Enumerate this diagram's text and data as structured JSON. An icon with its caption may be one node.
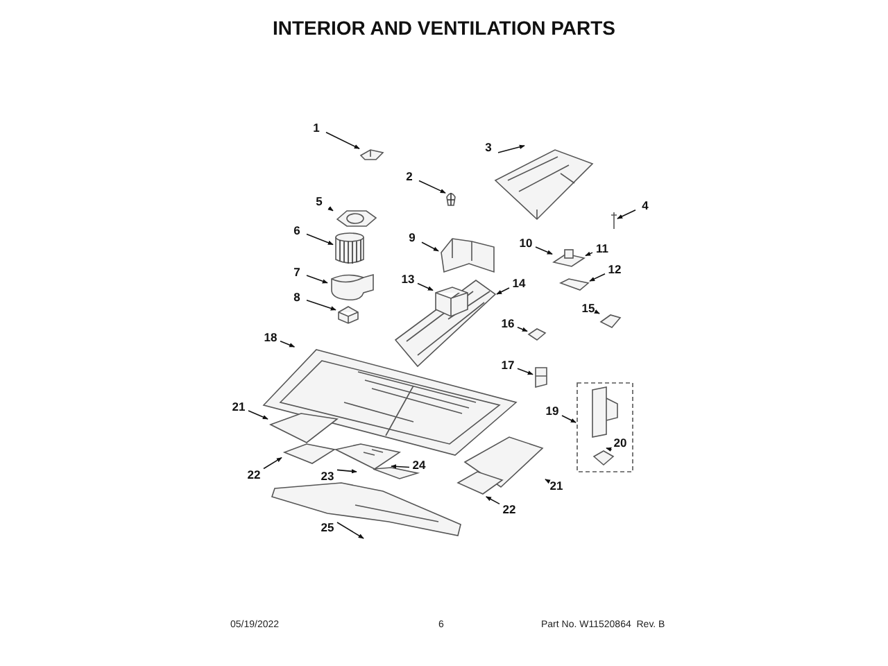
{
  "diagram": {
    "title": "INTERIOR AND VENTILATION PARTS",
    "nodes": [
      {
        "text": [
          "1"
        ]
      },
      {
        "text": [
          "2"
        ]
      },
      {
        "text": [
          "3"
        ]
      },
      {
        "text": [
          "4"
        ]
      },
      {
        "text": [
          "5"
        ]
      },
      {
        "text": [
          "6"
        ]
      },
      {
        "text": [
          "7"
        ]
      },
      {
        "text": [
          "8"
        ]
      },
      {
        "text": [
          "9"
        ]
      },
      {
        "text": [
          "10"
        ]
      },
      {
        "text": [
          "11"
        ]
      },
      {
        "text": [
          "12"
        ]
      },
      {
        "text": [
          "13"
        ]
      },
      {
        "text": [
          "14"
        ]
      },
      {
        "text": [
          "15"
        ]
      },
      {
        "text": [
          "16"
        ]
      },
      {
        "text": [
          "17"
        ]
      },
      {
        "text": [
          "18"
        ]
      },
      {
        "text": [
          "19"
        ]
      },
      {
        "text": [
          "20"
        ],
        "in": 44
      },
      {
        "text": [
          "21"
        ]
      },
      {
        "text": [
          "22"
        ]
      },
      {
        "text": [
          "23"
        ]
      },
      {
        "text": [
          "24"
        ]
      },
      {
        "text": [
          "25"
        ]
      },
      {
        "text": [
          "21"
        ]
      },
      {
        "text": [
          "22"
        ]
      },
      {
        "text": [],
        "shape": "picture"
      },
      {
        "text": [],
        "shape": "picture"
      },
      {
        "text": [],
        "shape": "picture"
      },
      {
        "text": [],
        "shape": "picture"
      },
      {
        "text": [],
        "shape": "picture"
      },
      {
        "text": [],
        "shape": "picture"
      },
      {
        "text": [],
        "shape": "picture"
      },
      {
        "text": [],
        "shape": "picture"
      },
      {
        "text": [],
        "shape": "picture"
      },
      {
        "text": [],
        "shape": "picture"
      },
      {
        "text": [],
        "shape": "picture"
      },
      {
        "text": [],
        "shape": "picture",
        "in": 39
      },
      {
        "text": [],
        "shape": "picture"
      },
      {
        "text": [],
        "shape": "picture"
      },
      {
        "text": [],
        "shape": "picture"
      },
      {
        "text": [],
        "shape": "picture"
      },
      {
        "text": [],
        "shape": "picture"
      },
      {
        "text": [],
        "shape": "picture"
      },
      {
        "text": [],
        "shape": "picture",
        "in": 44
      },
      {
        "text": [],
        "shape": "picture"
      },
      {
        "text": [],
        "shape": "picture"
      },
      {
        "text": [],
        "shape": "picture"
      },
      {
        "text": [],
        "shape": "picture"
      },
      {
        "text": [],
        "shape": "picture"
      },
      {
        "text": [],
        "shape": "picture"
      },
      {
        "text": [],
        "shape": "picture"
      }
    ],
    "edges": [
      {
        "from": 0,
        "to": 27,
        "arrow": "to"
      },
      {
        "from": 1,
        "to": 28,
        "arrow": "to"
      },
      {
        "from": 2,
        "to": 29,
        "arrow": "to"
      },
      {
        "from": 3,
        "to": 30,
        "arrow": "to"
      },
      {
        "from": 4,
        "to": 31,
        "arrow": "to"
      },
      {
        "from": 5,
        "to": 32,
        "arrow": "to"
      },
      {
        "from": 6,
        "to": 33,
        "arrow": "to"
      },
      {
        "from": 7,
        "to": 34,
        "arrow": "to"
      },
      {
        "from": 8,
        "to": 35,
        "arrow": "to"
      },
      {
        "from": 9,
        "to": 36,
        "arrow": "to"
      },
      {
        "from": 10,
        "to": 36,
        "arrow": "to"
      },
      {
        "from": 11,
        "to": 37,
        "arrow": "to"
      },
      {
        "from": 12,
        "to": 38,
        "arrow": "to"
      },
      {
        "from": 13,
        "to": 39,
        "arrow": "to"
      },
      {
        "from": 14,
        "to": 40,
        "arrow": "to"
      },
      {
        "from": 15,
        "to": 41,
        "arrow": "to"
      },
      {
        "from": 16,
        "to": 42,
        "arrow": "to"
      },
      {
        "from": 17,
        "to": 43,
        "arrow": "to"
      },
      {
        "from": 18,
        "to": 44,
        "arrow": "to"
      },
      {
        "from": 19,
        "to": 45,
        "arrow": "to"
      },
      {
        "from": 20,
        "to": 46,
        "arrow": "to"
      },
      {
        "from": 21,
        "to": 47,
        "arrow": "to"
      },
      {
        "from": 22,
        "to": 48,
        "arrow": "to"
      },
      {
        "from": 23,
        "to": 49,
        "arrow": "to"
      },
      {
        "from": 24,
        "to": 50,
        "arrow": "to"
      },
      {
        "from": 25,
        "to": 51,
        "arrow": "to"
      },
      {
        "from": 26,
        "to": 52,
        "arrow": "to"
      }
    ],
    "labels": [
      "05/19/2022",
      "6",
      "Part No. W11520864  Rev. B"
    ]
  }
}
